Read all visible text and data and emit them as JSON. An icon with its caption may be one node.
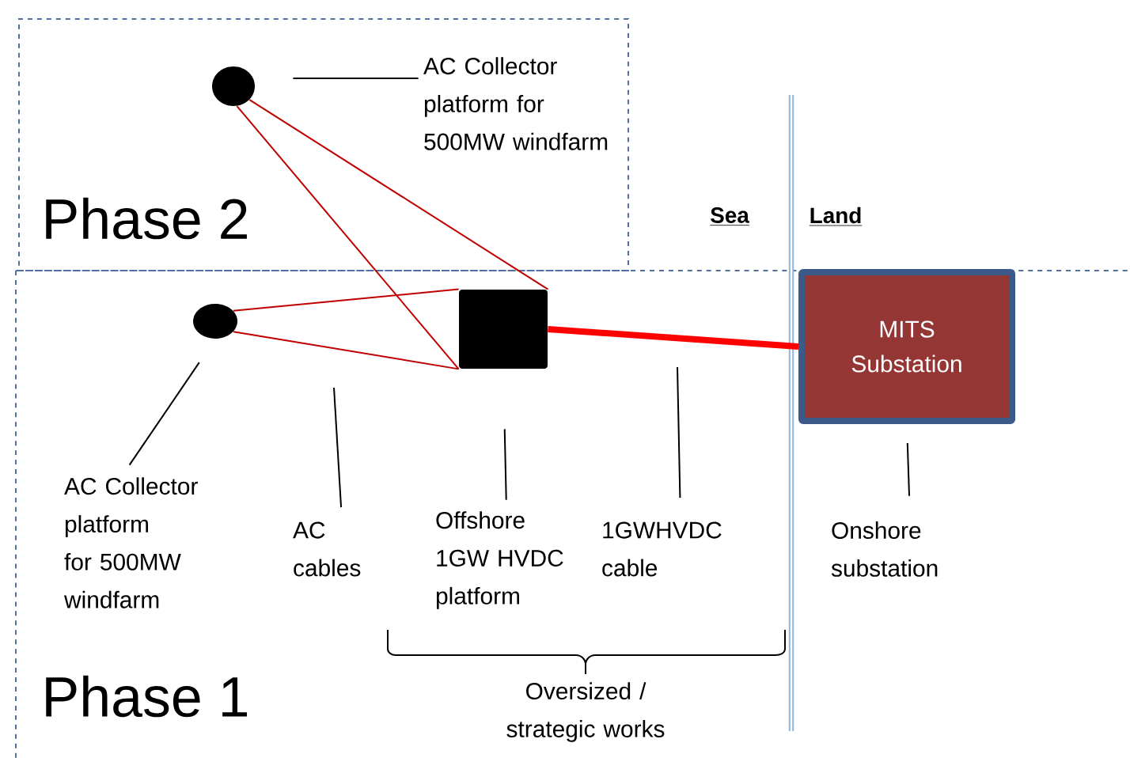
{
  "diagram": {
    "nodes": [
      {
        "text": [
          "Phase 2"
        ]
      },
      {
        "text": [],
        "shape": "circle",
        "in": 0
      },
      {
        "text": [
          "AC Collector platform for 500MW windfarm"
        ],
        "in": 0
      },
      {
        "text": [],
        "shape": "circle"
      },
      {
        "text": [],
        "shape": "box"
      },
      {
        "text": [
          "MITS Substation"
        ]
      },
      {
        "text": [
          "AC Collector platform for 500MW windfarm"
        ]
      },
      {
        "text": [
          "AC cables"
        ]
      },
      {
        "text": [
          "Offshore 1GW HVDC platform"
        ]
      },
      {
        "text": [
          "1GWHVDC cable"
        ]
      },
      {
        "text": [
          "Onshore substation"
        ]
      }
    ],
    "edges": [
      {
        "from": 2,
        "to": 1,
        "arrow": "none"
      },
      {
        "from": 1,
        "to": 4,
        "arrow": "none",
        "color": "#c00000"
      },
      {
        "from": 1,
        "to": 4,
        "arrow": "none",
        "color": "#c00000"
      },
      {
        "from": 3,
        "to": 4,
        "arrow": "none",
        "color": "#c00000"
      },
      {
        "from": 3,
        "to": 4,
        "arrow": "none",
        "color": "#c00000"
      },
      {
        "from": 4,
        "to": 5,
        "arrow": "none",
        "style": "thick",
        "color": "#ff0000"
      },
      {
        "from": 6,
        "to": 3,
        "arrow": "none"
      },
      {
        "from": 7,
        "to": null,
        "arrow": "none"
      },
      {
        "from": 8,
        "to": 4,
        "arrow": "none"
      },
      {
        "from": 9,
        "to": null,
        "arrow": "none"
      },
      {
        "from": 10,
        "to": 5,
        "arrow": "none"
      }
    ],
    "labels": [
      "Sea",
      "Land",
      "Phase 1",
      "Oversized / strategic works"
    ]
  }
}
